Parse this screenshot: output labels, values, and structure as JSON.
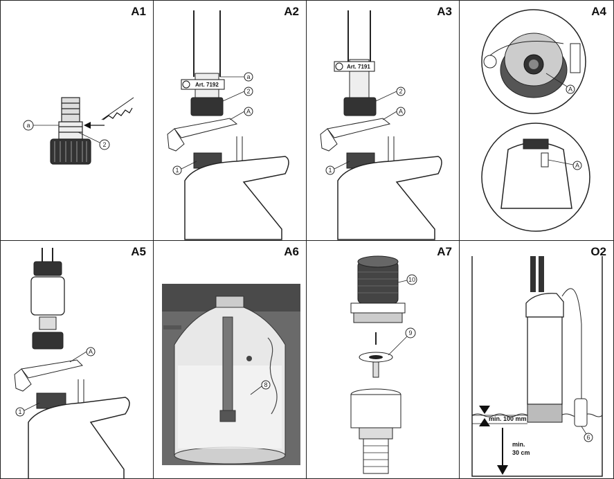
{
  "panels": {
    "a1": {
      "label": "A1",
      "callouts": [
        "a",
        "2"
      ]
    },
    "a2": {
      "label": "A2",
      "callouts": [
        "a",
        "2",
        "A",
        "1"
      ],
      "tag": "Art. 7192"
    },
    "a3": {
      "label": "A3",
      "callouts": [
        "2",
        "A",
        "1"
      ],
      "tag": "Art. 7191"
    },
    "a4": {
      "label": "A4",
      "callouts": [
        "A",
        "A"
      ]
    },
    "a5": {
      "label": "A5",
      "callouts": [
        "A",
        "1"
      ]
    },
    "a6": {
      "label": "A6",
      "callouts": [
        "8"
      ]
    },
    "a7": {
      "label": "A7",
      "callouts": [
        "10",
        "9"
      ]
    },
    "o2": {
      "label": "O2",
      "callouts": [
        "6"
      ],
      "min_water": "min. 100 mm",
      "min_depth_line1": "min.",
      "min_depth_line2": "30 cm"
    }
  }
}
